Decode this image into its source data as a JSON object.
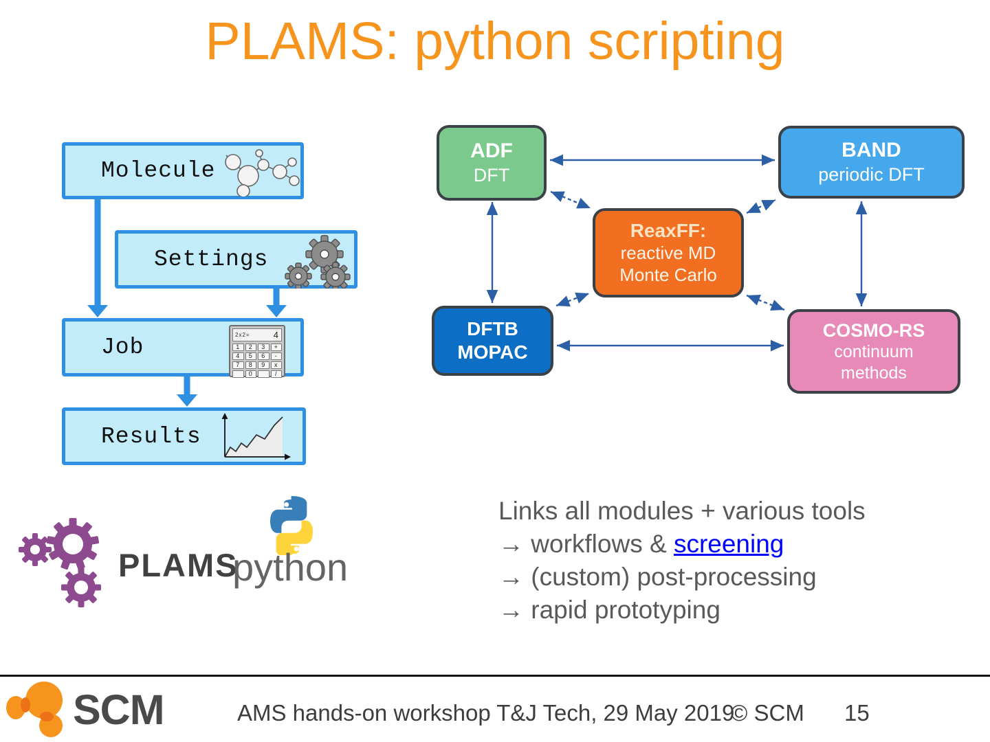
{
  "title": "PLAMS: python scripting",
  "colors": {
    "title_orange": "#F7941D",
    "flow_box_fill": "#C3ECFA",
    "flow_box_border": "#2E8FE3",
    "flow_arrow": "#2E8FE3",
    "module_arrow": "#2C5FA6",
    "adf_green": "#7CC98E",
    "band_blue": "#45A7EC",
    "reaxff_orange": "#F26E21",
    "dftb_blue": "#0D6EC6",
    "cosmo_pink": "#E78AB8",
    "plams_purple": "#8D4A8F",
    "link_blue": "#0000FF",
    "scm_orange": "#F7941E"
  },
  "flowchart": {
    "molecule_label": "Molecule",
    "settings_label": "Settings",
    "job_label": "Job",
    "results_label": "Results",
    "calculator": {
      "display_expr": "2x2=",
      "display_result": "4",
      "keys": [
        "1",
        "2",
        "3",
        "+",
        "4",
        "5",
        "6",
        "-",
        "7",
        "8",
        "9",
        "x",
        "",
        "0",
        "",
        "/"
      ]
    }
  },
  "modules_diagram": {
    "adf": {
      "title": "ADF",
      "subtitle": "DFT"
    },
    "band": {
      "title": "BAND",
      "subtitle": "periodic DFT"
    },
    "reaxff": {
      "title": "ReaxFF:",
      "line2": "reactive MD",
      "line3": "Monte Carlo"
    },
    "dftb": {
      "title": "DFTB",
      "subtitle": "MOPAC"
    },
    "cosmors": {
      "title": "COSMO-RS",
      "line2": "continuum",
      "line3": "methods"
    }
  },
  "logos": {
    "plams_label": "PLAMS",
    "python_label": "python",
    "scm_label": "SCM"
  },
  "body_text": {
    "line1": "Links all modules + various tools",
    "line2_prefix": "→ workflows & ",
    "line2_link": "screening",
    "line3": "→ (custom) post-processing",
    "line4": "→ rapid prototyping"
  },
  "footer": {
    "workshop": "AMS hands-on workshop T&J Tech, 29 May 2019",
    "copyright": "© SCM",
    "page_number": "15"
  }
}
